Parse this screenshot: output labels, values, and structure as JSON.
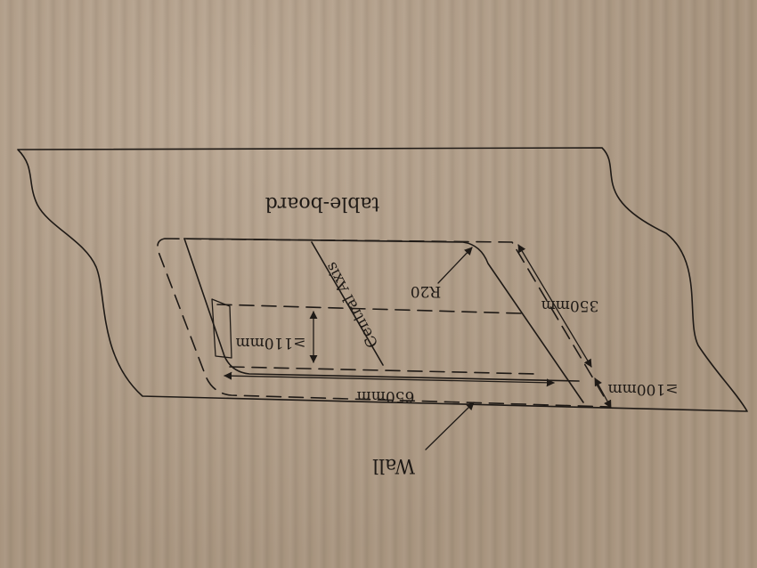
{
  "labels": {
    "table_board": "table-board",
    "central_axis": "Central Axis",
    "radius": "R20",
    "depth": "350mm",
    "width": "650mm",
    "gap_front": "≥100mm",
    "gap_side": "≥110mm",
    "wall": "Wall"
  },
  "colors": {
    "cardboard": "#b29d86",
    "ink": "#1f1a16"
  }
}
